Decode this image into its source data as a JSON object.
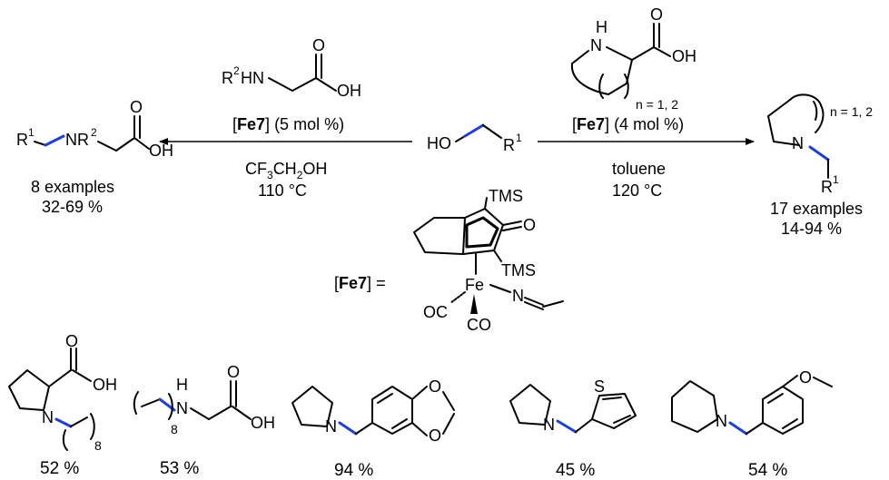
{
  "substrate": {
    "hydroxy": "HO",
    "r_group": "R",
    "r_sup": "1"
  },
  "left_reaction": {
    "reagent_prefix": "R",
    "reagent_sup": "2",
    "reagent_amine": "HN",
    "acid_o": "O",
    "acid_oh": "OH",
    "catalyst": "Fe7",
    "catalyst_loading": "(5 mol %)",
    "solvent_part1": "CF",
    "solvent_sub": "3",
    "solvent_part2": "CH",
    "solvent_sub2": "2",
    "solvent_part3": "OH",
    "temperature": "110 °C",
    "product_r": "R",
    "product_r_sup": "1",
    "product_nr": "NR",
    "product_nr_sup": "2",
    "product_o": "O",
    "product_oh": "OH",
    "examples": "8 examples",
    "yield_range": "32-69 %"
  },
  "right_reaction": {
    "reagent_nh": "H",
    "reagent_n": "N",
    "reagent_o": "O",
    "reagent_oh": "OH",
    "ring_size": "n = 1, 2",
    "catalyst": "Fe7",
    "catalyst_loading": "(4 mol %)",
    "solvent": "toluene",
    "temperature": "120 °C",
    "product_n": "N",
    "product_r": "R",
    "product_r_sup": "1",
    "product_ring_size": "n = 1, 2",
    "examples": "17 examples",
    "yield_range": "14-94 %"
  },
  "catalyst_structure": {
    "label": "Fe7",
    "equals": "=",
    "tms_top": "TMS",
    "tms_bottom": "TMS",
    "carbonyl_o": "O",
    "metal": "Fe",
    "nitrile_n": "N",
    "co1": "OC",
    "co2": "CO"
  },
  "examples": [
    {
      "o": "O",
      "oh": "OH",
      "n": "N",
      "subscript": "8",
      "yield": "52 %"
    },
    {
      "h": "H",
      "n": "N",
      "o": "O",
      "oh": "OH",
      "subscript": "8",
      "yield": "53 %"
    },
    {
      "n": "N",
      "o1": "O",
      "o2": "O",
      "yield": "94 %"
    },
    {
      "n": "N",
      "s": "S",
      "yield": "45 %"
    },
    {
      "n": "N",
      "o": "O",
      "yield": "54 %"
    }
  ]
}
